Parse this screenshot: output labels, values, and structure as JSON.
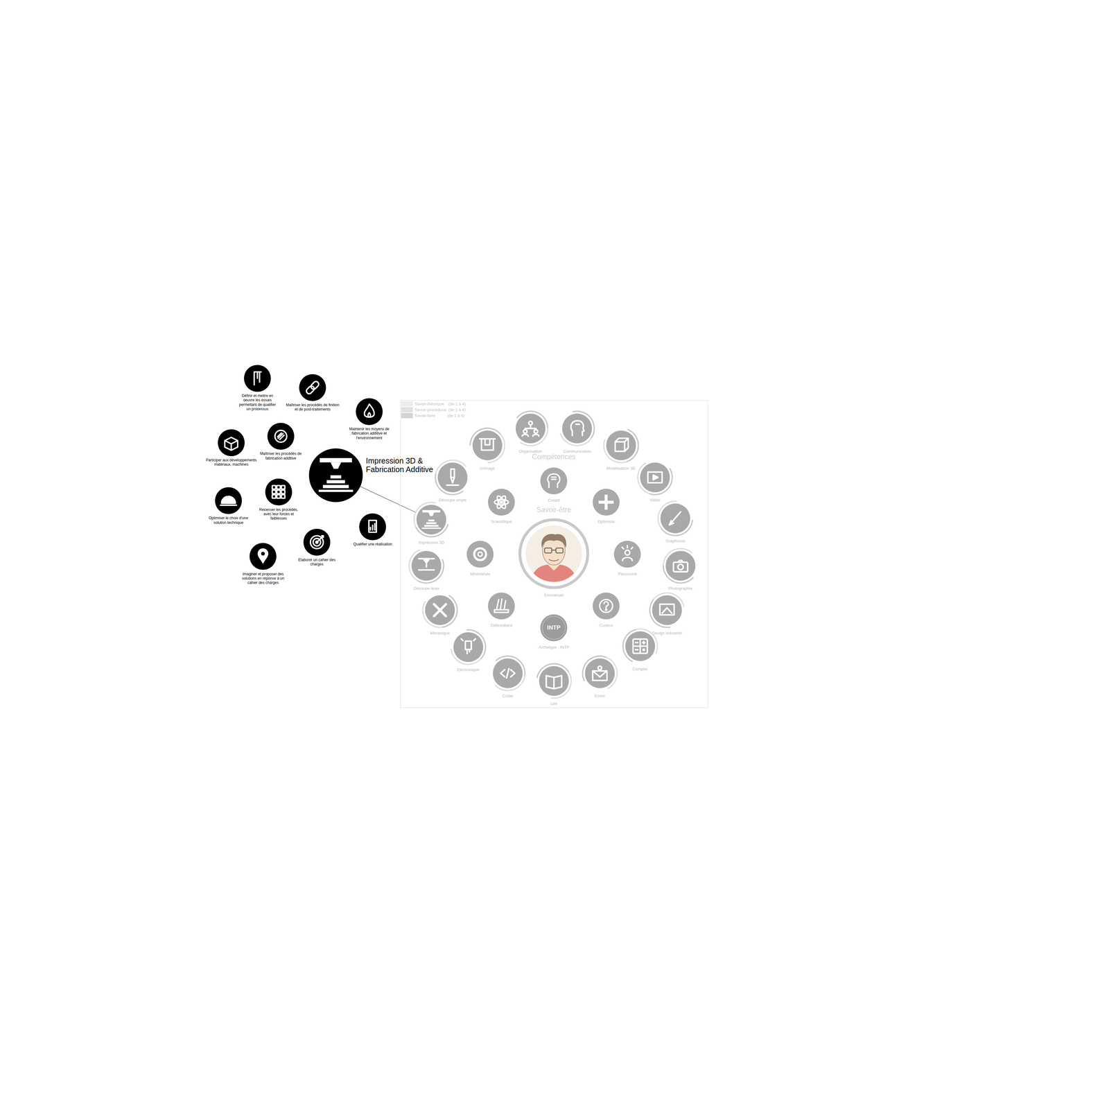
{
  "diagram": {
    "nodes": [
      {
        "text": [
          "Impression 3D & Fabrication Additive"
        ]
      },
      {
        "text": [
          "Définir et mettre en oeuvre les essais permettant de qualifier un processus"
        ]
      },
      {
        "text": [
          "Maîtriser les procédés de finition et de post-traitements"
        ]
      },
      {
        "text": [
          "Maintenir les moyens de fabrication additive et l'environnement"
        ]
      },
      {
        "text": [
          "Participer aux développements matériaux, machines"
        ]
      },
      {
        "text": [
          "Maîtriser les procédés de fabrication additive"
        ]
      },
      {
        "text": [
          "Optimiser le choix d'une solution technique"
        ]
      },
      {
        "text": [
          "Recenser les procédés, avec leur forces et faiblesses"
        ]
      },
      {
        "text": [
          "Qualifier une réalisation"
        ]
      },
      {
        "text": [
          "Elaborer un cahier des charges"
        ]
      },
      {
        "text": [
          "Imaginer et proposer des solutions en réponse à un cahier des charges"
        ]
      },
      {
        "text": [
          "Emmanuel"
        ]
      },
      {
        "text": [
          "Créatif"
        ]
      },
      {
        "text": [
          "Optimiste"
        ]
      },
      {
        "text": [
          "Passionné"
        ]
      },
      {
        "text": [
          "Curieux"
        ]
      },
      {
        "text": [
          "INTP",
          "Archetype : INTP"
        ]
      },
      {
        "text": [
          "Débrouillard"
        ]
      },
      {
        "text": [
          "Minimaliste"
        ]
      },
      {
        "text": [
          "Scientifique"
        ]
      },
      {
        "text": [
          "Usinage"
        ]
      },
      {
        "text": [
          "Organisation"
        ]
      },
      {
        "text": [
          "Communication"
        ]
      },
      {
        "text": [
          "Modélisation 3D"
        ]
      },
      {
        "text": [
          "Vidéo"
        ]
      },
      {
        "text": [
          "Graphisme"
        ]
      },
      {
        "text": [
          "Photographie"
        ]
      },
      {
        "text": [
          "Design industriel"
        ]
      },
      {
        "text": [
          "Compter"
        ]
      },
      {
        "text": [
          "Ecrire"
        ]
      },
      {
        "text": [
          "Lire"
        ]
      },
      {
        "text": [
          "Coder"
        ]
      },
      {
        "text": [
          "Electronique"
        ]
      },
      {
        "text": [
          "Mécanique"
        ]
      },
      {
        "text": [
          "Découpe laser"
        ]
      },
      {
        "text": [
          "Impression 3D"
        ]
      },
      {
        "text": [
          "Découpe vinyle"
        ]
      }
    ],
    "edges": [
      {
        "from": 0,
        "to": 35,
        "arrow": "none"
      }
    ],
    "labels": [
      "Compétences",
      "Savoir-être"
    ],
    "legend": [
      {
        "text": "Savoir-théorique    (de 1 à 4)",
        "color": "#ececec"
      },
      {
        "text": "Savoir-procédural  (de 1 à 4)",
        "color": "#e0e0e0"
      },
      {
        "text": "Savoir-faire           (de 1 à 4)",
        "color": "#d3d3d3"
      }
    ]
  }
}
